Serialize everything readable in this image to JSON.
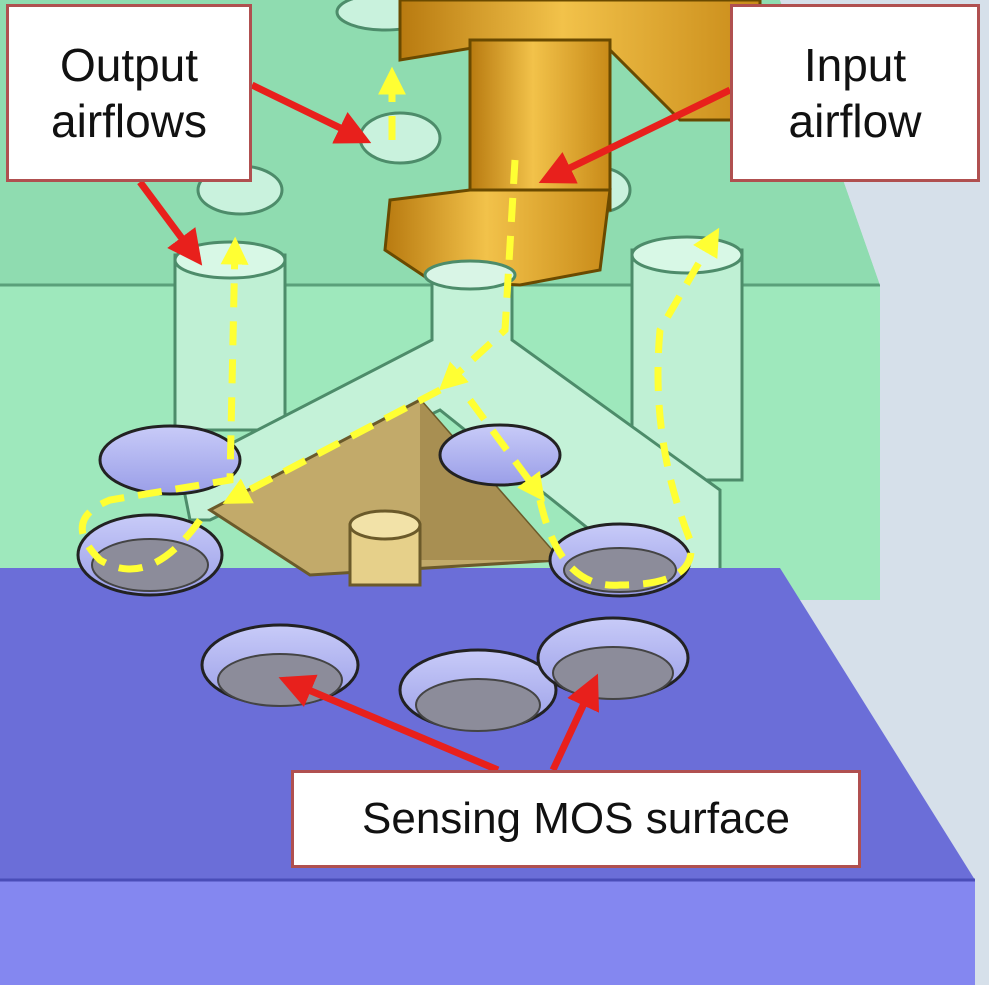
{
  "labels": {
    "output": {
      "line1": "Output",
      "line2": "airflows"
    },
    "input": {
      "line1": "Input",
      "line2": "airflow"
    },
    "sensing": "Sensing MOS surface"
  },
  "colors": {
    "top_plate": "#8fdcb0",
    "top_plate_front": "#9ee8bc",
    "base_top": "#6b6ed8",
    "base_front": "#8487f0",
    "fitting": "#e0a82a",
    "cone": "#c2aa6a",
    "arrow_red": "#e8201c",
    "airflow_yellow": "#ffff33",
    "callout_border": "#b05050",
    "background_right": "#d6e0ea"
  },
  "icons": [
    "fitting-nozzle",
    "sensor-well",
    "flow-arrow",
    "pointer-arrow"
  ]
}
